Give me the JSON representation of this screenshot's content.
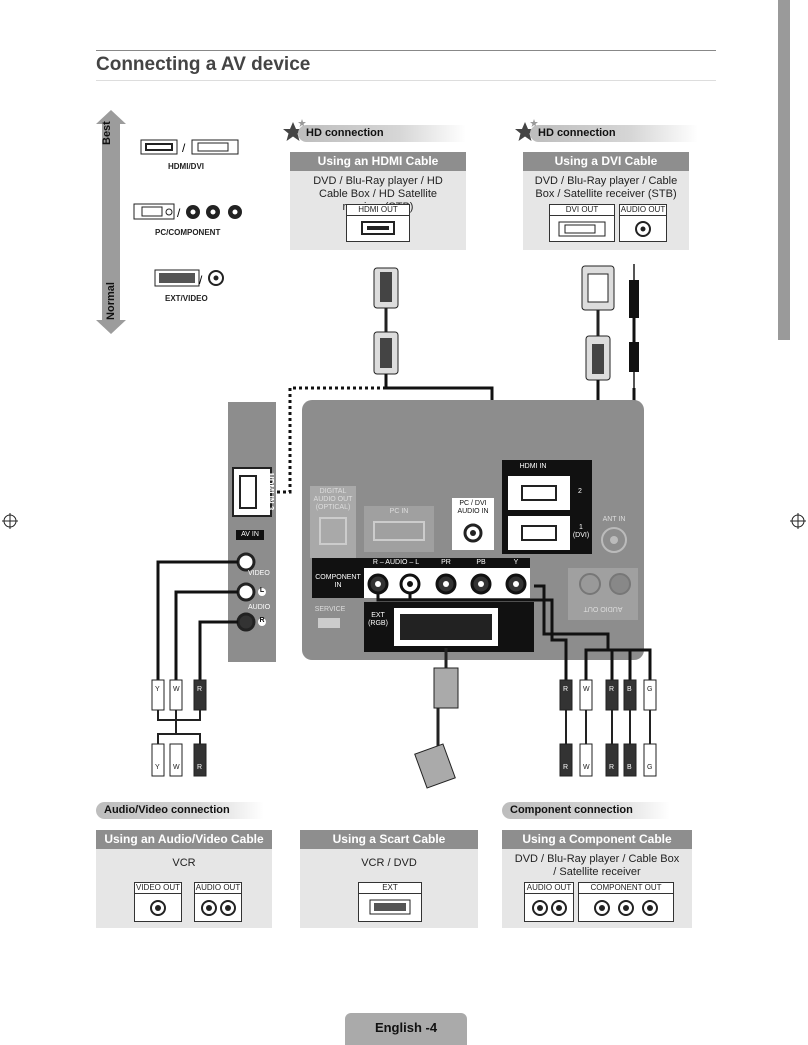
{
  "page": {
    "title": "Connecting a AV device",
    "footer": "English -4"
  },
  "quality_scale": {
    "best": "Best",
    "normal": "Normal",
    "items": [
      "HDMI/DVI",
      "PC/COMPONENT",
      "EXT/VIDEO"
    ]
  },
  "hd_hdmi": {
    "section": "HD connection",
    "card_title": "Using an HDMI Cable",
    "devices": "DVD / Blu-Ray player / HD Cable Box / HD Satellite receiver (STB)",
    "port": "HDMI OUT"
  },
  "hd_dvi": {
    "section": "HD connection",
    "card_title": "Using a DVI Cable",
    "devices": "DVD / Blu-Ray player / Cable Box / Satellite receiver (STB)",
    "port_dvi": "DVI OUT",
    "port_audio": "AUDIO OUT"
  },
  "tv_side": {
    "hdmi3": "HDMI IN 3",
    "av_in": "AV IN",
    "video": "VIDEO",
    "audio": "AUDIO",
    "l": "L",
    "r": "R"
  },
  "tv_rear": {
    "digital_audio": "DIGITAL AUDIO OUT (OPTICAL)",
    "pc_in": "PC IN",
    "pc_dvi_audio": "PC / DVI AUDIO IN",
    "hdmi_in": "HDMI IN",
    "hdmi_2": "2",
    "hdmi_1": "1 (DVI)",
    "ant_in": "ANT IN",
    "component_in": "COMPONENT IN",
    "component_audio": "R – AUDIO – L",
    "pr": "PR",
    "pb": "PB",
    "y": "Y",
    "service": "SERVICE",
    "ext_rgb": "EXT (RGB)",
    "audio_out": "AUDIO OUT"
  },
  "cable_letters": {
    "av_top": [
      "Y",
      "W",
      "R"
    ],
    "av_bottom": [
      "Y",
      "W",
      "R"
    ],
    "comp_top": [
      "R",
      "W",
      "R",
      "B",
      "G"
    ],
    "comp_bottom": [
      "R",
      "W",
      "R",
      "B",
      "G"
    ]
  },
  "av_conn": {
    "section": "Audio/Video connection",
    "card_title": "Using an Audio/Video Cable",
    "devices": "VCR",
    "port_video": "VIDEO OUT",
    "port_audio": "AUDIO OUT"
  },
  "scart_conn": {
    "card_title": "Using a Scart Cable",
    "devices": "VCR / DVD",
    "port": "EXT"
  },
  "comp_conn": {
    "section": "Component connection",
    "card_title": "Using a Component Cable",
    "devices": "DVD / Blu-Ray player / Cable Box / Satellite receiver",
    "port_audio": "AUDIO OUT",
    "port_comp": "COMPONENT OUT"
  },
  "colors": {
    "card_bg": "#e6e6e6",
    "card_head": "#8e8e8e",
    "tv_panel": "#8d8d8d",
    "cable": "#111111"
  }
}
